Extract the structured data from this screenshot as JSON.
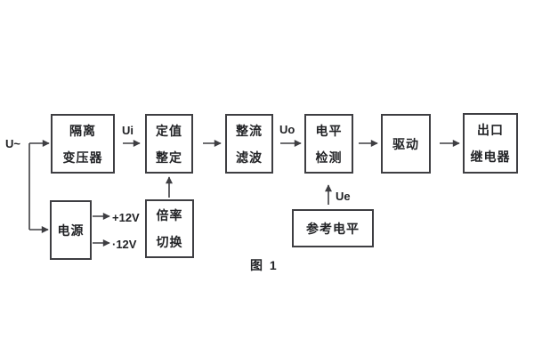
{
  "figure": {
    "caption": "图 1",
    "input_label": "U~",
    "signal_labels": {
      "ui": "Ui",
      "uo": "Uo",
      "ue": "Ue"
    },
    "power_rails": {
      "positive": "+12V",
      "negative": "·12V"
    },
    "blocks": {
      "isolation_transformer": {
        "lines": [
          "隔离",
          "变压器"
        ]
      },
      "setting_adjustment": {
        "lines": [
          "定值",
          "整定"
        ]
      },
      "rectifier_filter": {
        "lines": [
          "整流",
          "滤波"
        ]
      },
      "level_detector": {
        "lines": [
          "电平",
          "检测"
        ]
      },
      "driver": {
        "lines": [
          "驱动"
        ]
      },
      "output_relay": {
        "lines": [
          "出口",
          "继电器"
        ]
      },
      "power_supply": {
        "lines": [
          "电源"
        ]
      },
      "ratio_switch": {
        "lines": [
          "倍率",
          "切换"
        ]
      },
      "reference_level": {
        "lines": [
          "参考电平"
        ]
      }
    },
    "colors": {
      "line": "#3e3e42",
      "text": "#222326",
      "background": "#ffffff"
    }
  }
}
